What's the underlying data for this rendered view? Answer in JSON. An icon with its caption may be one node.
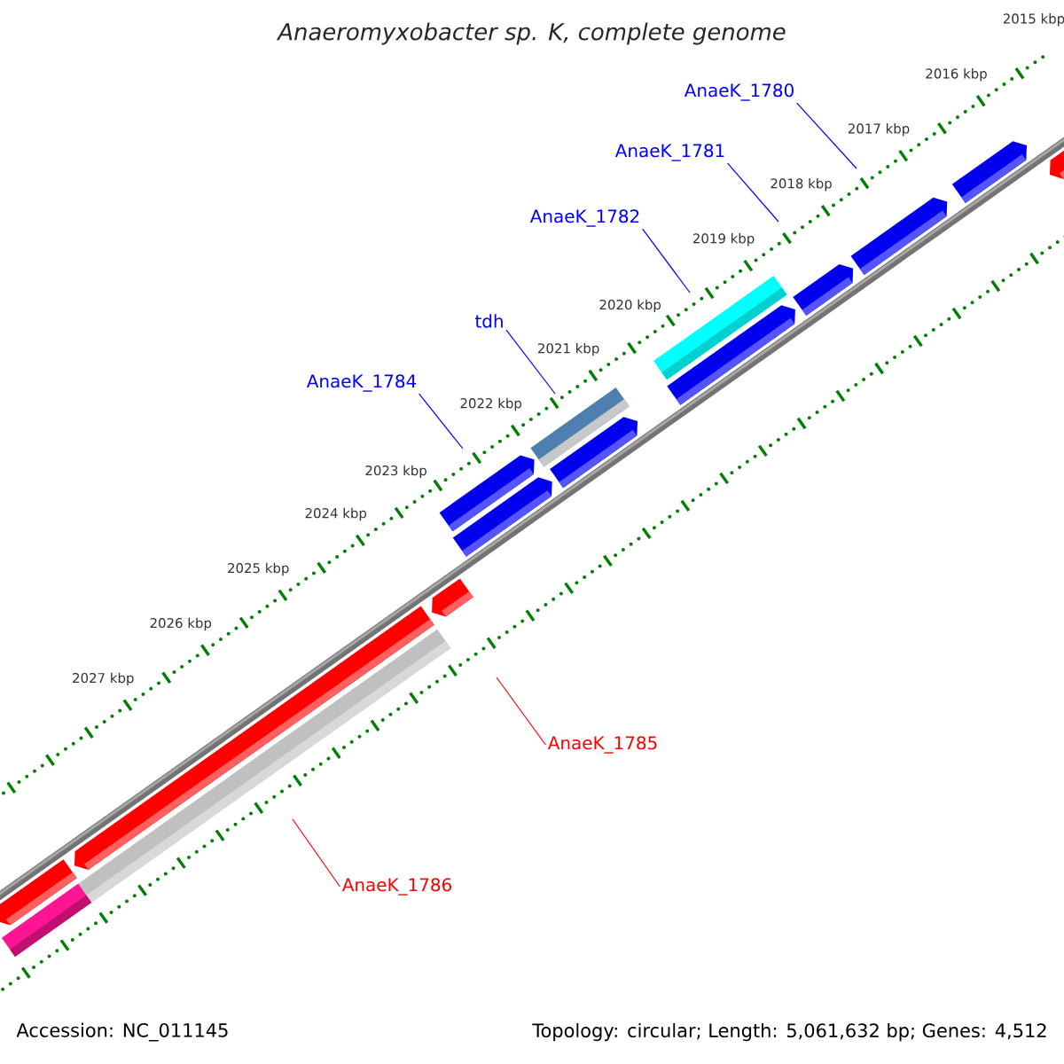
{
  "diagram": {
    "title": "Anaeromyxobacter sp. K, complete genome",
    "nodes": [
      {
        "text": [
          "AnaeK_1780"
        ]
      },
      {
        "text": [
          "AnaeK_1781"
        ]
      },
      {
        "text": [
          "AnaeK_1782"
        ]
      },
      {
        "text": [
          "tdh"
        ]
      },
      {
        "text": [
          "AnaeK_1784"
        ]
      },
      {
        "text": [
          "AnaeK_1785"
        ]
      },
      {
        "text": [
          "AnaeK_1786"
        ]
      }
    ],
    "edges": [
      {
        "from": 0,
        "to": null,
        "arrow": "none"
      },
      {
        "from": 1,
        "to": null,
        "arrow": "none"
      },
      {
        "from": 2,
        "to": null,
        "arrow": "none"
      },
      {
        "from": 3,
        "to": null,
        "arrow": "none"
      },
      {
        "from": 4,
        "to": null,
        "arrow": "none"
      },
      {
        "from": 5,
        "to": null,
        "arrow": "none",
        "color": "#ff0000"
      },
      {
        "from": 6,
        "to": null,
        "arrow": "none",
        "color": "#ff0000"
      }
    ],
    "labels": [
      "2015 kbp",
      "2016 kbp",
      "2017 kbp",
      "2018 kbp",
      "2019 kbp",
      "2020 kbp",
      "2021 kbp",
      "2022 kbp",
      "2023 kbp",
      "2024 kbp",
      "2025 kbp",
      "2026 kbp",
      "2027 kbp",
      "Accession: NC_011145",
      "Topology: circular; Length: 5,061,632 bp; Genes: 4,512"
    ]
  }
}
